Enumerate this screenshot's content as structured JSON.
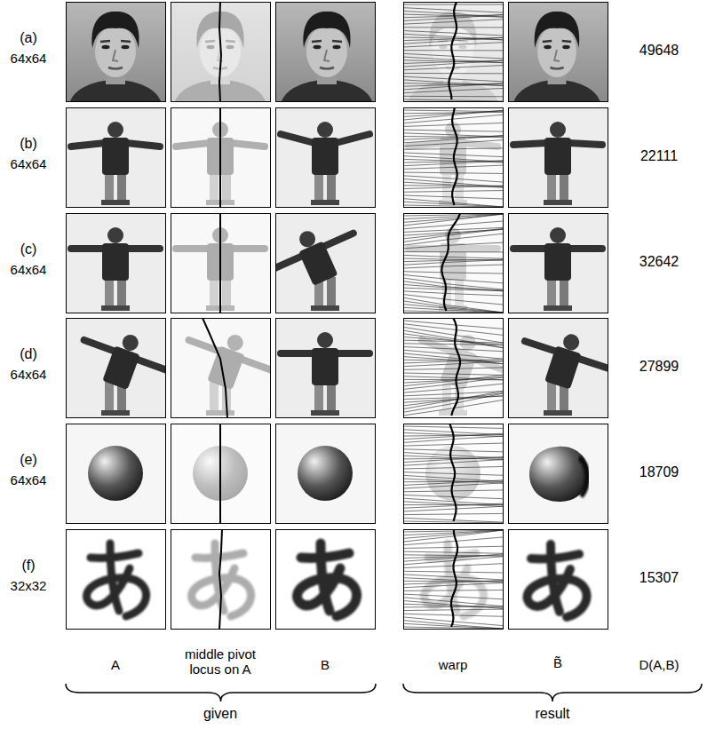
{
  "diagram": {
    "labels": [
      "(a)",
      "64x64",
      "49648",
      "(b)",
      "64x64",
      "22111",
      "(c)",
      "64x64",
      "32642",
      "(d)",
      "64x64",
      "27899",
      "(e)",
      "64x64",
      "18709",
      "(f)",
      "32x32",
      "15307",
      "A",
      "middle pivot locus on A",
      "B",
      "warp",
      "B̃",
      "D(A,B)",
      "given",
      "result"
    ]
  }
}
